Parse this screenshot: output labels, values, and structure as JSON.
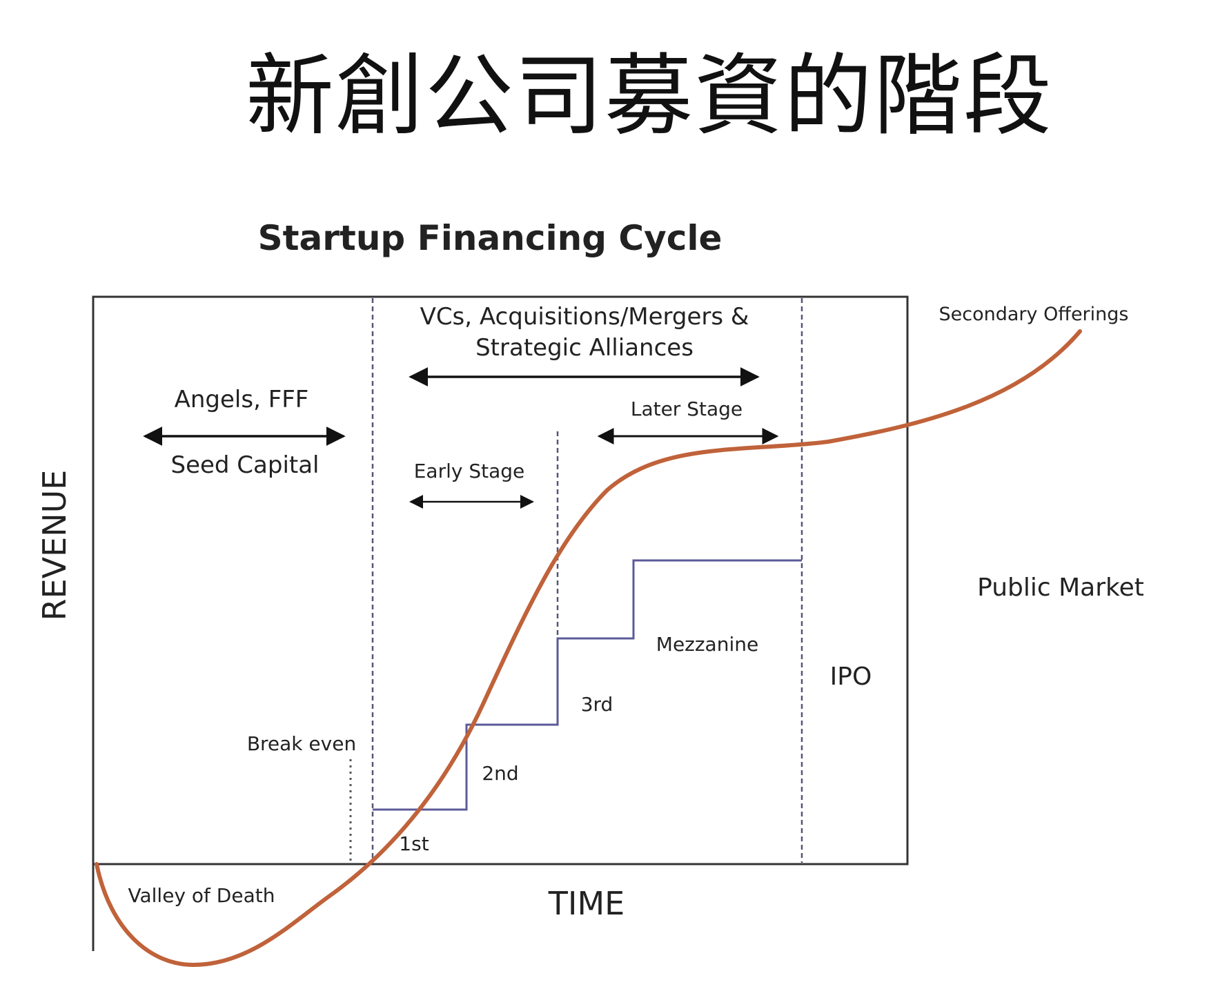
{
  "slide_title": "新創公司募資的階段",
  "diagram": {
    "title": "Startup Financing Cycle",
    "y_axis_label": "REVENUE",
    "x_axis_label": "TIME",
    "labels": {
      "vcs_line1": "VCs, Acquisitions/Mergers &",
      "vcs_line2": "Strategic Alliances",
      "angels": "Angels, FFF",
      "seed_capital": "Seed Capital",
      "early_stage": "Early Stage",
      "later_stage": "Later Stage",
      "secondary_offerings": "Secondary Offerings",
      "public_market": "Public Market",
      "ipo": "IPO",
      "mezzanine": "Mezzanine",
      "round_3rd": "3rd",
      "round_2nd": "2nd",
      "round_1st": "1st",
      "break_even": "Break even",
      "valley_of_death": "Valley of Death"
    },
    "colors": {
      "revenue_curve": "#c0623a",
      "funding_steps": "#5a5a9a",
      "frame": "#333333",
      "dashed_dividers": "#555577"
    }
  }
}
